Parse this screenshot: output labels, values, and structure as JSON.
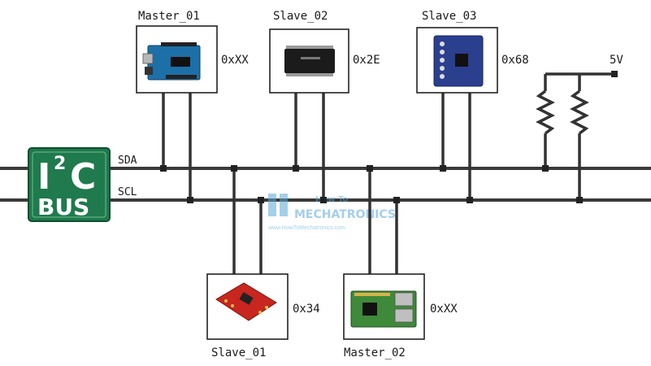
{
  "bus": {
    "logo_i": "I",
    "logo_sup": "2",
    "logo_c": "C",
    "logo_bus": "BUS",
    "sda": "SDA",
    "scl": "SCL",
    "logo_color": "#1f7a4d"
  },
  "devices": {
    "master_01": {
      "name": "Master_01",
      "addr": "0xXX"
    },
    "slave_02": {
      "name": "Slave_02",
      "addr": "0x2E"
    },
    "slave_03": {
      "name": "Slave_03",
      "addr": "0x68"
    },
    "slave_01": {
      "name": "Slave_01",
      "addr": "0x34"
    },
    "master_02": {
      "name": "Master_02",
      "addr": "0xXX"
    }
  },
  "power": {
    "label": "5V"
  },
  "watermark": {
    "line1": "How To",
    "line2": "MECHATRONICS",
    "line3": "www.HowToMechatronics.com",
    "color": "#5aa9d6"
  }
}
